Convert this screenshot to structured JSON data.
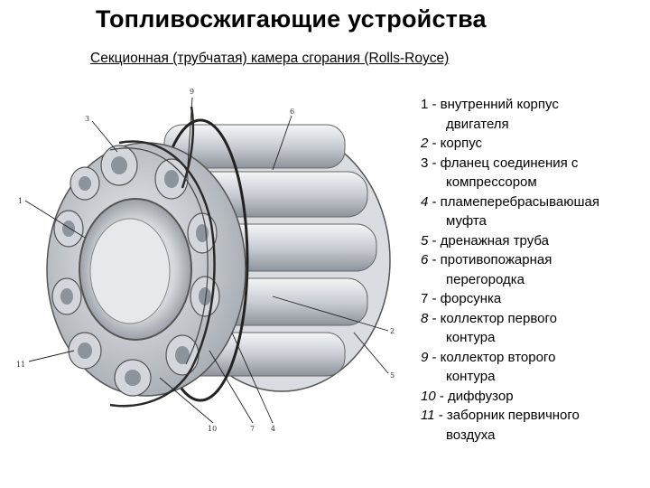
{
  "title": "Топливосжигающие устройства",
  "subtitle": "Секционная (трубчатая) камера сгорания (Rolls-Royce)",
  "figure": {
    "callout_numbers": [
      "9",
      "3",
      "6",
      "1",
      "2",
      "11",
      "10",
      "7",
      "4",
      "5"
    ]
  },
  "legend": [
    {
      "num": "1",
      "line1": "- внутренний корпус",
      "line2": "двигателя",
      "italic": false
    },
    {
      "num": "2",
      "line1": "- корпус",
      "line2": "",
      "italic": true
    },
    {
      "num": "3",
      "line1": "- фланец соединения с",
      "line2": "компрессором",
      "italic": false
    },
    {
      "num": "4",
      "line1": "- пламеперебрасываюшая",
      "line2": "муфта",
      "italic": true
    },
    {
      "num": "5",
      "line1": "- дренажная труба",
      "line2": "",
      "italic": true
    },
    {
      "num": "6",
      "line1": "- противопожарная",
      "line2": "перегородка",
      "italic": true
    },
    {
      "num": "7",
      "line1": "- форсунка",
      "line2": "",
      "italic": false
    },
    {
      "num": "8",
      "line1": "- коллектор первого",
      "line2": "контура",
      "italic": true
    },
    {
      "num": "9",
      "line1": "- коллектор второго",
      "line2": "контура",
      "italic": true
    },
    {
      "num": "10",
      "line1": "- диффузор",
      "line2": "",
      "italic": true
    },
    {
      "num": "11",
      "line1": "- заборник первичного",
      "line2": "воздуха",
      "italic": true
    }
  ],
  "colors": {
    "metal_light": "#e4e7ea",
    "metal_mid": "#b9bec4",
    "metal_dark": "#6e747b",
    "pipe": "#2a2a2a"
  }
}
